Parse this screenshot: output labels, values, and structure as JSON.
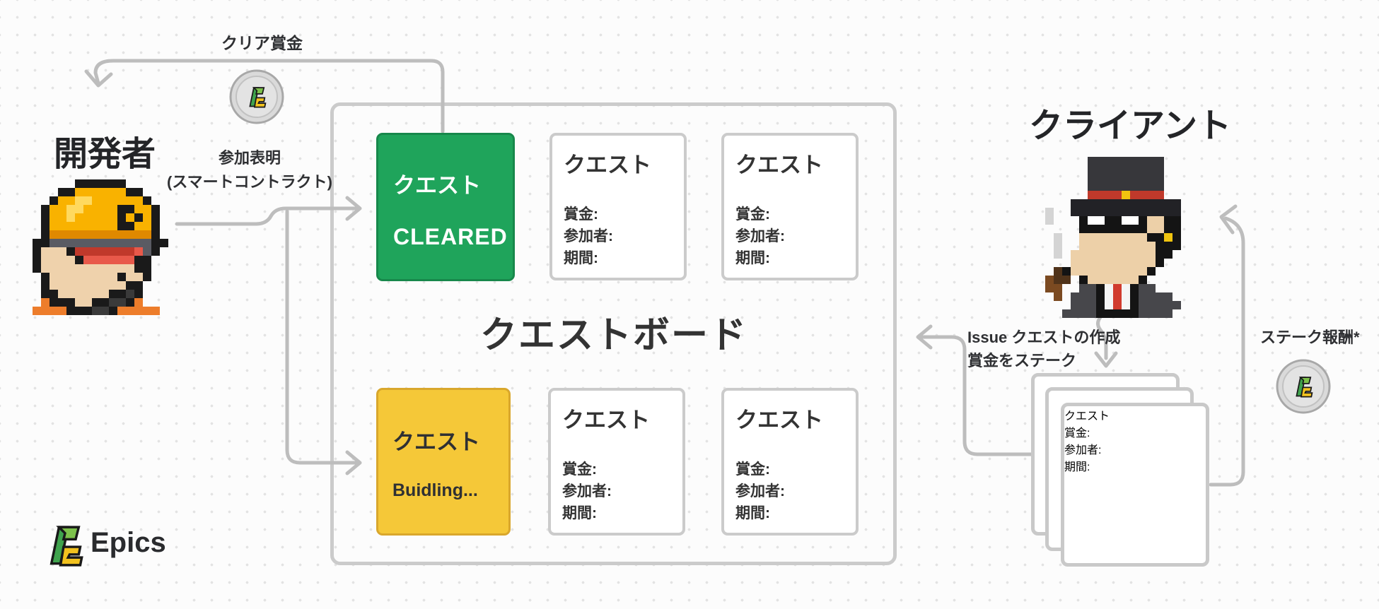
{
  "palette": {
    "accent_green": "#1FA45B",
    "accent_green_border": "#17884B",
    "accent_yellow": "#F5C838",
    "accent_yellow_border": "#D9A72C",
    "arrow_gray": "#BDBDBD",
    "border_gray": "#CBCBCB",
    "ink": "#2F3033",
    "coin_silver": "#DADADA",
    "logo_green": "#3FA34D",
    "logo_yellow": "#F2C21F"
  },
  "labels": {
    "clear_reward": "クリア賞金",
    "developer": "開発者",
    "participation": "参加表明",
    "participation_note": "(スマートコントラクト)",
    "client": "クライアント",
    "issue_line1": "Issue クエストの作成",
    "issue_line2": "賞金をステーク",
    "stake_reward": "ステーク報酬*"
  },
  "board": {
    "title": "クエストボード",
    "cleared_card": {
      "title": "クエスト",
      "status": "CLEARED"
    },
    "building_card": {
      "title": "クエスト",
      "status": "Buidling..."
    },
    "quest_card": {
      "title": "クエスト",
      "prize_label": "賞金:",
      "participants_label": "参加者:",
      "period_label": "期間:"
    }
  },
  "stack_card": {
    "title": "クエスト",
    "prize_label": "賞金:",
    "participants_label": "参加者:",
    "period_label": "期間:"
  },
  "logo": {
    "brand": "Epics"
  },
  "icons": {
    "coin_left": "epics-coin-icon",
    "coin_right": "epics-coin-icon",
    "logo_mark": "epics-logo-mark-icon",
    "developer_avatar": "developer-pixel-avatar",
    "client_avatar": "client-pixel-avatar"
  }
}
